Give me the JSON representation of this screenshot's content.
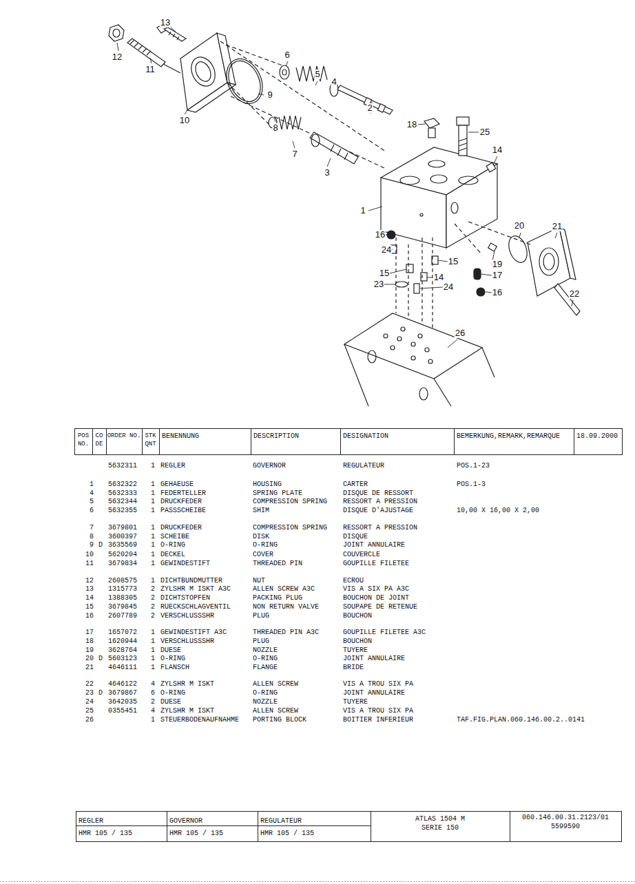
{
  "diagram": {
    "labels": [
      "13",
      "12",
      "11",
      "6",
      "5",
      "4",
      "2",
      "9",
      "10",
      "8",
      "7",
      "3",
      "18",
      "25",
      "14",
      "1",
      "16",
      "24",
      "15",
      "20",
      "21",
      "15",
      "14",
      "19",
      "17",
      "23",
      "24",
      "16",
      "22",
      "26",
      "POS NO.",
      "CO DE",
      "ORDER NO.",
      "STK QNT",
      "BENENNUNG",
      "DESCRIPTION",
      "DESIGNATION",
      "BEMERKUNG,REMARK,REMARQUE",
      "18.09.2000",
      "5632311",
      "1",
      "REGLER",
      "GOVERNOR",
      "REGULATEUR",
      "POS.1-23",
      "1",
      "5632322",
      "1",
      "GEHAEUSE",
      "HOUSING",
      "CARTER",
      "POS.1-3",
      "4",
      "5632333",
      "1",
      "FEDERTELLER",
      "SPRING PLATE",
      "DISQUE DE RESSORT",
      "5",
      "5632344",
      "1",
      "DRUCKFEDER",
      "COMPRESSION SPRING",
      "RESSORT A PRESSION",
      "6",
      "5632355",
      "1",
      "PASSSCHEIBE",
      "SHIM",
      "DISQUE D'AJUSTAGE",
      "10,00 X 16,00 X 2,00",
      "7",
      "3679801",
      "1",
      "DRUCKFEDER",
      "COMPRESSION SPRING",
      "RESSORT A PRESSION",
      "8",
      "3600397",
      "1",
      "SCHEIBE",
      "DISK",
      "DISQUE",
      "9",
      "D",
      "3635569",
      "1",
      "O-RING",
      "O-RING",
      "JOINT ANNULAIRE",
      "10",
      "5620204",
      "1",
      "DECKEL",
      "COVER",
      "COUVERCLE",
      "11",
      "3679834",
      "1",
      "GEWINDESTIFT",
      "THREADED PIN",
      "GOUPILLE FILETEE",
      "12",
      "2608575",
      "1",
      "DICHTBUNDMUTTER",
      "NUT",
      "ECROU",
      "13",
      "1315773",
      "2",
      "ZYLSHR M ISKT A3C",
      "ALLEN SCREW A3C",
      "VIS A SIX PA A3C",
      "14",
      "1388305",
      "2",
      "DICHTSTOPFEN",
      "PACKING PLUG",
      "BOUCHON DE JOINT",
      "15",
      "3679845",
      "2",
      "RUECKSCHLAGVENTIL",
      "NON RETURN VALVE",
      "SOUPAPE DE RETENUE",
      "16",
      "2607789",
      "2",
      "VERSCHLUSSSHR",
      "PLUG",
      "BOUCHON",
      "17",
      "1657072",
      "1",
      "GEWINDESTIFT A3C",
      "THREADED PIN A3C",
      "GOUPILLE FILETEE A3C",
      "18",
      "1620944",
      "1",
      "VERSCHLUSSSHR",
      "PLUG",
      "BOUCHON",
      "19",
      "3628764",
      "1",
      "DUESE",
      "NOZZLE",
      "TUYERE",
      "20",
      "D",
      "5603123",
      "1",
      "O-RING",
      "O-RING",
      "JOINT ANNULAIRE",
      "21",
      "4646111",
      "1",
      "FLANSCH",
      "FLANGE",
      "BRIDE",
      "22",
      "4646122",
      "4",
      "ZYLSHR M ISKT",
      "ALLEN SCREW",
      "VIS A TROU SIX PA",
      "23",
      "D",
      "3679867",
      "6",
      "O-RING",
      "O-RING",
      "JOINT ANNULAIRE",
      "24",
      "3642035",
      "2",
      "DUESE",
      "NOZZLE",
      "TUYERE",
      "25",
      "0355451",
      "4",
      "ZYLSHR M ISKT",
      "ALLEN SCREW",
      "VIS A TROU SIX PA",
      "26",
      "1",
      "STEUERBODENAUFNAHME",
      "PORTING BLOCK",
      "BOITIER INFERIEUR",
      "TAF.FIG.PLAN.060.146.00.2..0141",
      "REGLER",
      "HMR 105 / 135",
      "GOVERNOR",
      "HMR 105 / 135",
      "REGULATEUR",
      "HMR 105 / 135",
      "ATLAS 1504 M",
      "SERIE 150",
      "060.146.00.31.2123/01",
      "5599590"
    ]
  }
}
